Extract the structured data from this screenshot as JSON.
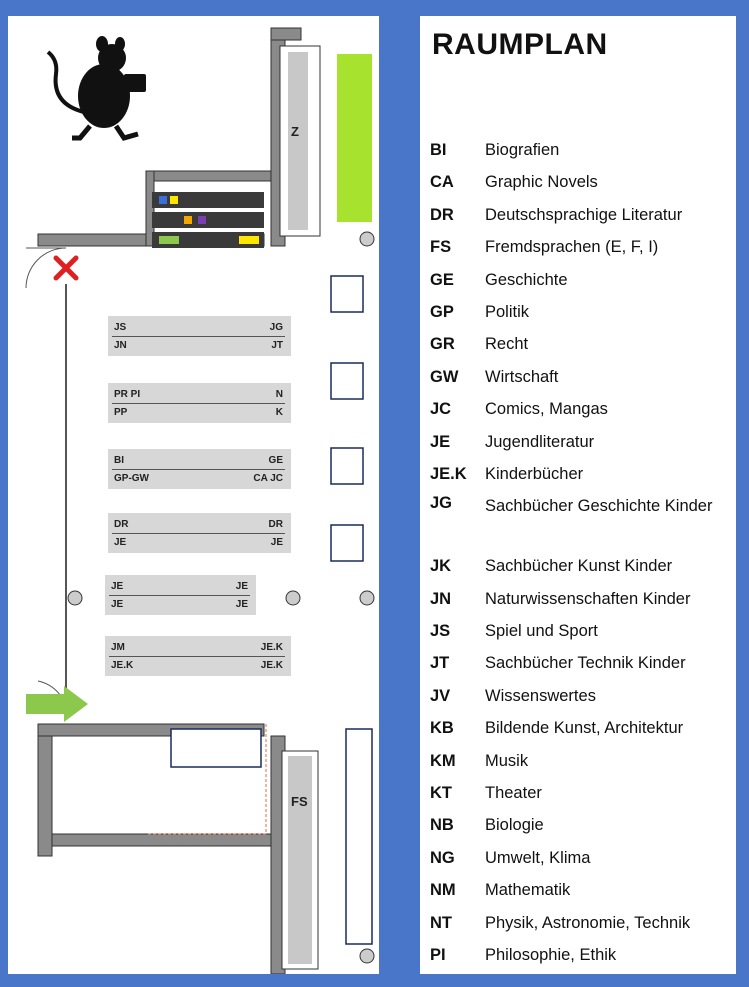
{
  "plan": {
    "zone_labels": {
      "z": "Z",
      "fs": "FS"
    },
    "shelves": [
      {
        "id": "js-jg",
        "top_left": "JS",
        "top_right": "JG",
        "bottom_left": "JN",
        "bottom_right": "JT"
      },
      {
        "id": "pr-n",
        "top_left": "PR PI",
        "top_right": "N",
        "bottom_left": "PP",
        "bottom_right": "K"
      },
      {
        "id": "bi-ge",
        "top_left": "BI",
        "top_right": "GE",
        "bottom_left": "GP-GW",
        "bottom_right": "CA JC"
      },
      {
        "id": "dr-dr",
        "top_left": "DR",
        "top_right": "DR",
        "bottom_left": "JE",
        "bottom_right": "JE"
      },
      {
        "id": "je-je",
        "top_left": "JE",
        "top_right": "JE",
        "bottom_left": "JE",
        "bottom_right": "JE"
      },
      {
        "id": "jm-jek",
        "top_left": "JM",
        "top_right": "JE.K",
        "bottom_left": "JE.K",
        "bottom_right": "JE.K"
      }
    ],
    "icons": {
      "mascot": "rat-icon",
      "emergency": "red-x-icon",
      "entrance": "green-arrow-icon"
    },
    "colors": {
      "background": "#4a76c9",
      "shelf": "#d7d7d7",
      "green_area": "#a6e22e",
      "exit_x": "#e02020",
      "entrance_arrow": "#8cc84b",
      "marker_blue": "#3c6fd8",
      "marker_yellow": "#ffe600",
      "marker_orange": "#f5a800",
      "marker_purple": "#7a3fb0",
      "marker_green": "#8cc84b"
    }
  },
  "legend": {
    "title": "RAUMPLAN",
    "items": [
      {
        "code": "BI",
        "label": "Biografien"
      },
      {
        "code": "CA",
        "label": "Graphic Novels"
      },
      {
        "code": "DR",
        "label": "Deutschsprachige Literatur"
      },
      {
        "code": "FS",
        "label": "Fremdsprachen (E, F, I)"
      },
      {
        "code": "GE",
        "label": "Geschichte"
      },
      {
        "code": "GP",
        "label": "Politik"
      },
      {
        "code": "GR",
        "label": "Recht"
      },
      {
        "code": "GW",
        "label": "Wirtschaft"
      },
      {
        "code": "JC",
        "label": "Comics, Mangas"
      },
      {
        "code": "JE",
        "label": "Jugendliteratur"
      },
      {
        "code": "JE.K",
        "label": "Kinderbücher"
      },
      {
        "code": "JG",
        "label": "Sachbücher Geschichte Kinder"
      },
      {
        "code": "JK",
        "label": "Sachbücher Kunst Kinder"
      },
      {
        "code": "JN",
        "label": "Naturwissenschaften Kinder"
      },
      {
        "code": "JS",
        "label": "Spiel und Sport"
      },
      {
        "code": "JT",
        "label": "Sachbücher Technik Kinder"
      },
      {
        "code": "JV",
        "label": "Wissenswertes"
      },
      {
        "code": "KB",
        "label": "Bildende Kunst, Architektur"
      },
      {
        "code": "KM",
        "label": "Musik"
      },
      {
        "code": "KT",
        "label": "Theater"
      },
      {
        "code": "NB",
        "label": "Biologie"
      },
      {
        "code": "NG",
        "label": "Umwelt, Klima"
      },
      {
        "code": "NM",
        "label": "Mathematik"
      },
      {
        "code": "NT",
        "label": "Physik, Astronomie, Technik"
      },
      {
        "code": "PI",
        "label": "Philosophie, Ethik"
      }
    ]
  }
}
